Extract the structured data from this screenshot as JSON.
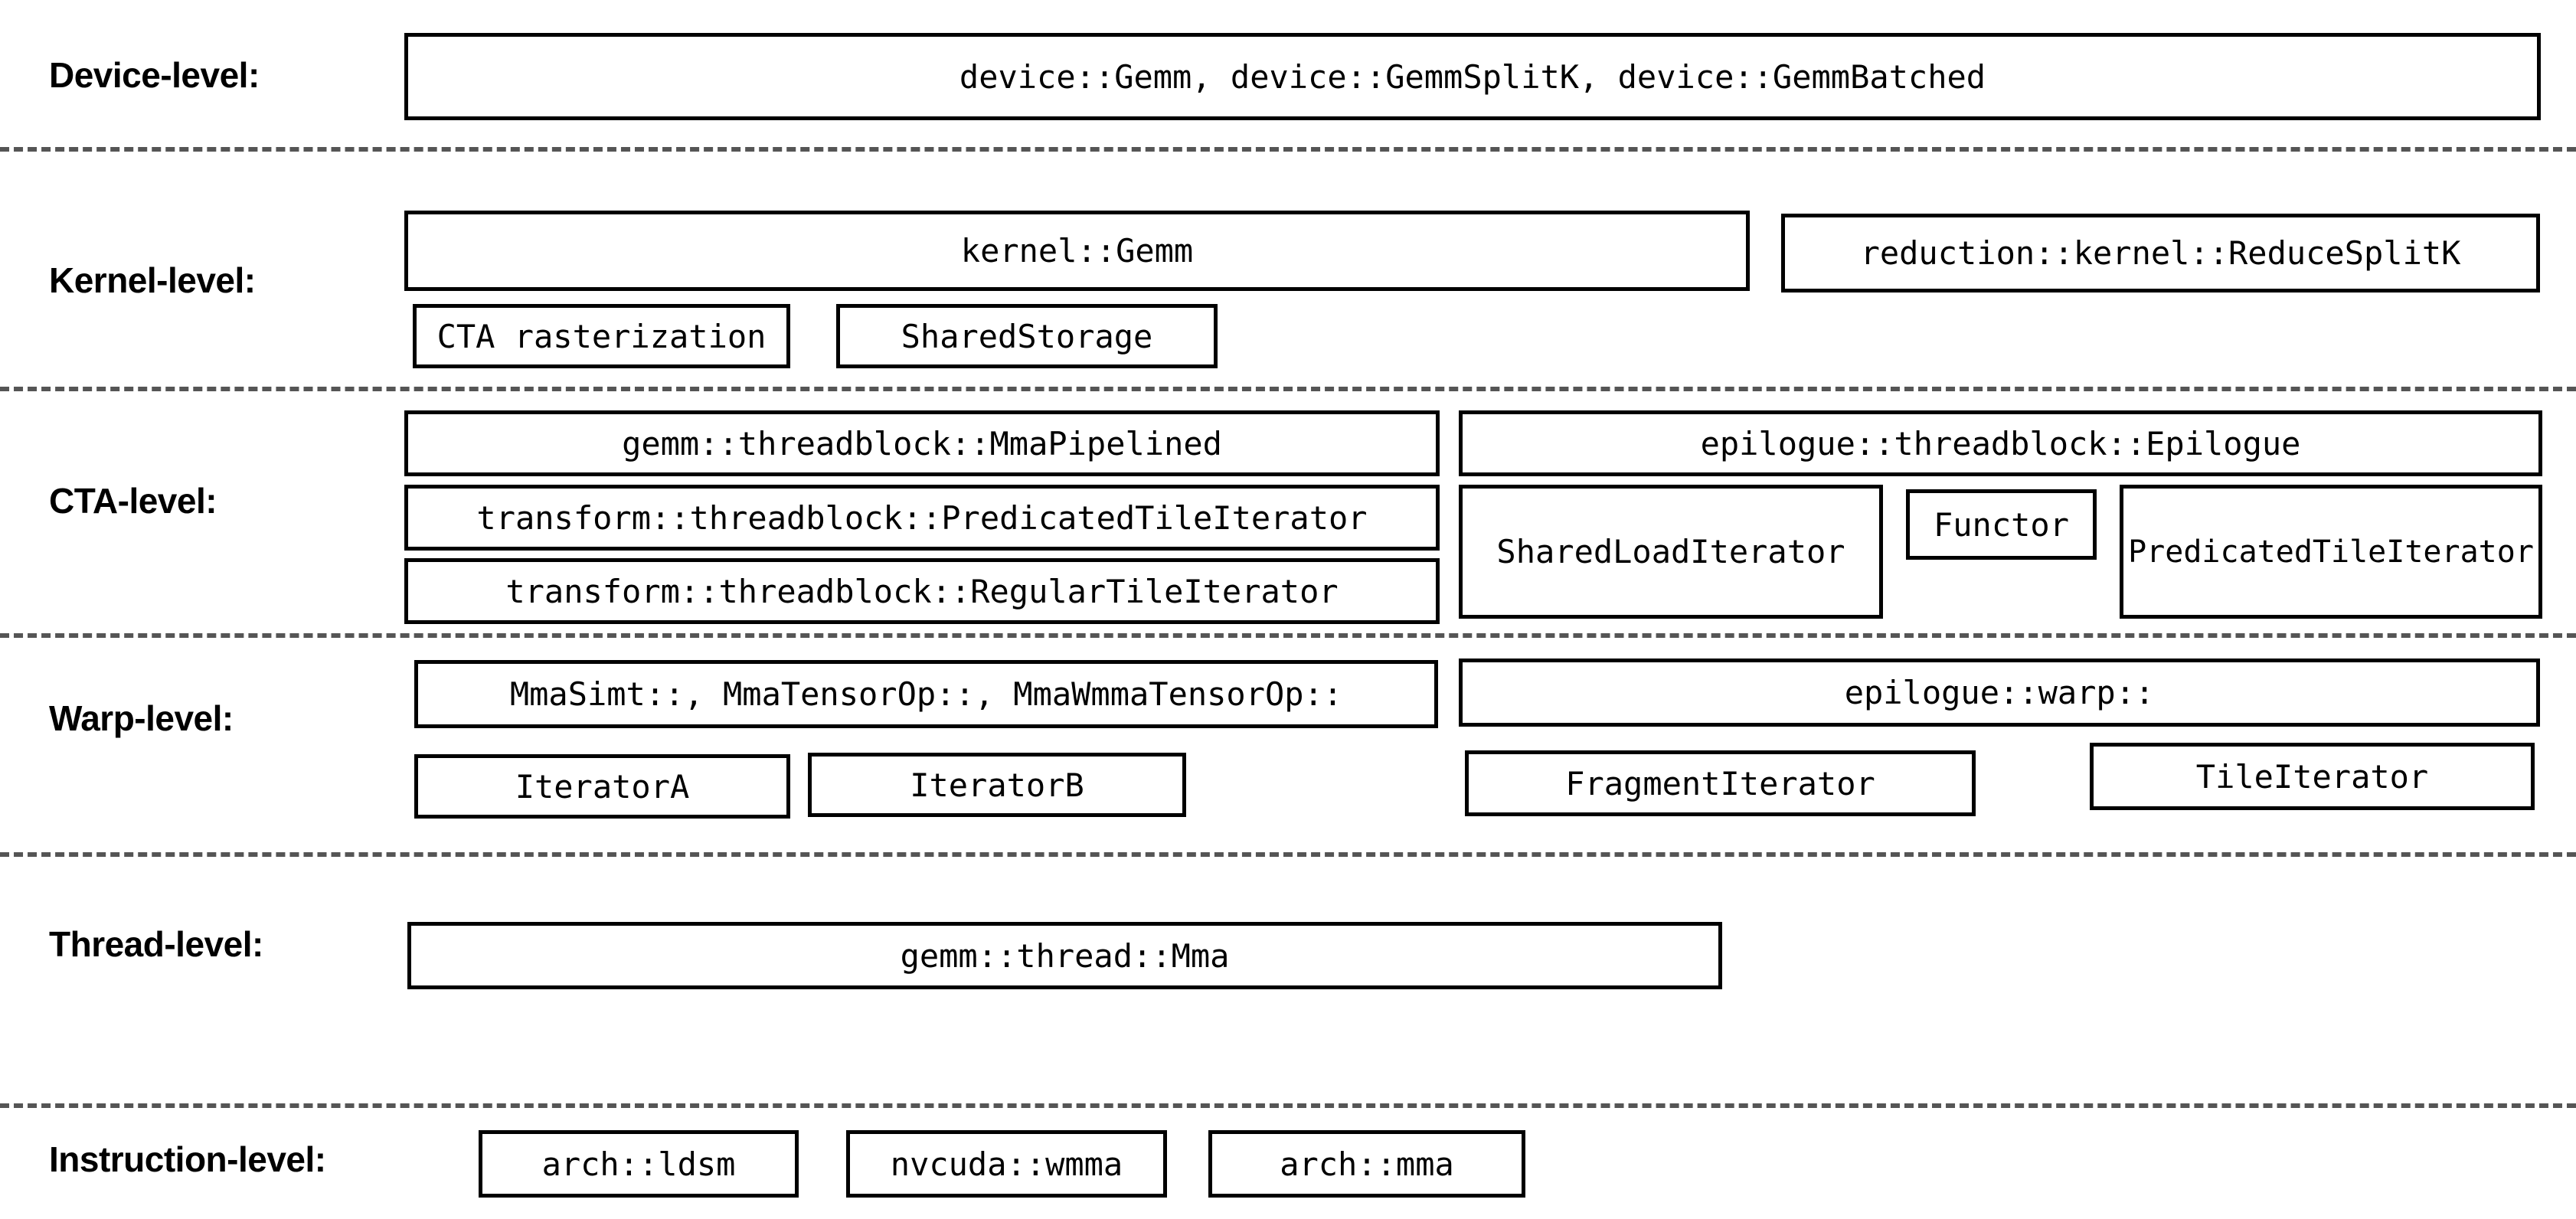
{
  "title": "CUTLASS component hierarchy diagram",
  "colors": {
    "background": "#ffffff",
    "text": "#000000",
    "border": "#000000",
    "divider": "#555555"
  },
  "levels": {
    "device": {
      "label": "Device-level:",
      "main_box": "device::Gemm, device::GemmSplitK, device::GemmBatched"
    },
    "kernel": {
      "label": "Kernel-level:",
      "gemm": "kernel::Gemm",
      "reduce_splitk": "reduction::kernel::ReduceSplitK",
      "cta_rasterization": "CTA rasterization",
      "shared_storage": "SharedStorage"
    },
    "cta": {
      "label": "CTA-level:",
      "mma_pipelined": "gemm::threadblock::MmaPipelined",
      "epilogue": "epilogue::threadblock::Epilogue",
      "predicated_tile_iterator_transform": "transform::threadblock::PredicatedTileIterator",
      "shared_load_iterator": "SharedLoadIterator",
      "functor": "Functor",
      "predicated_tile_iterator": "PredicatedTileIterator",
      "regular_tile_iterator": "transform::threadblock::RegularTileIterator"
    },
    "warp": {
      "label": "Warp-level:",
      "mma_ops": "MmaSimt::, MmaTensorOp::, MmaWmmaTensorOp::",
      "epilogue_warp": "epilogue::warp::",
      "iterator_a": "IteratorA",
      "iterator_b": "IteratorB",
      "fragment_iterator": "FragmentIterator",
      "tile_iterator": "TileIterator"
    },
    "thread": {
      "label": "Thread-level:",
      "mma": "gemm::thread::Mma"
    },
    "instruction": {
      "label": "Instruction-level:",
      "arch_ldsm": "arch::ldsm",
      "nvcuda_wmma": "nvcuda::wmma",
      "arch_mma": "arch::mma"
    }
  }
}
